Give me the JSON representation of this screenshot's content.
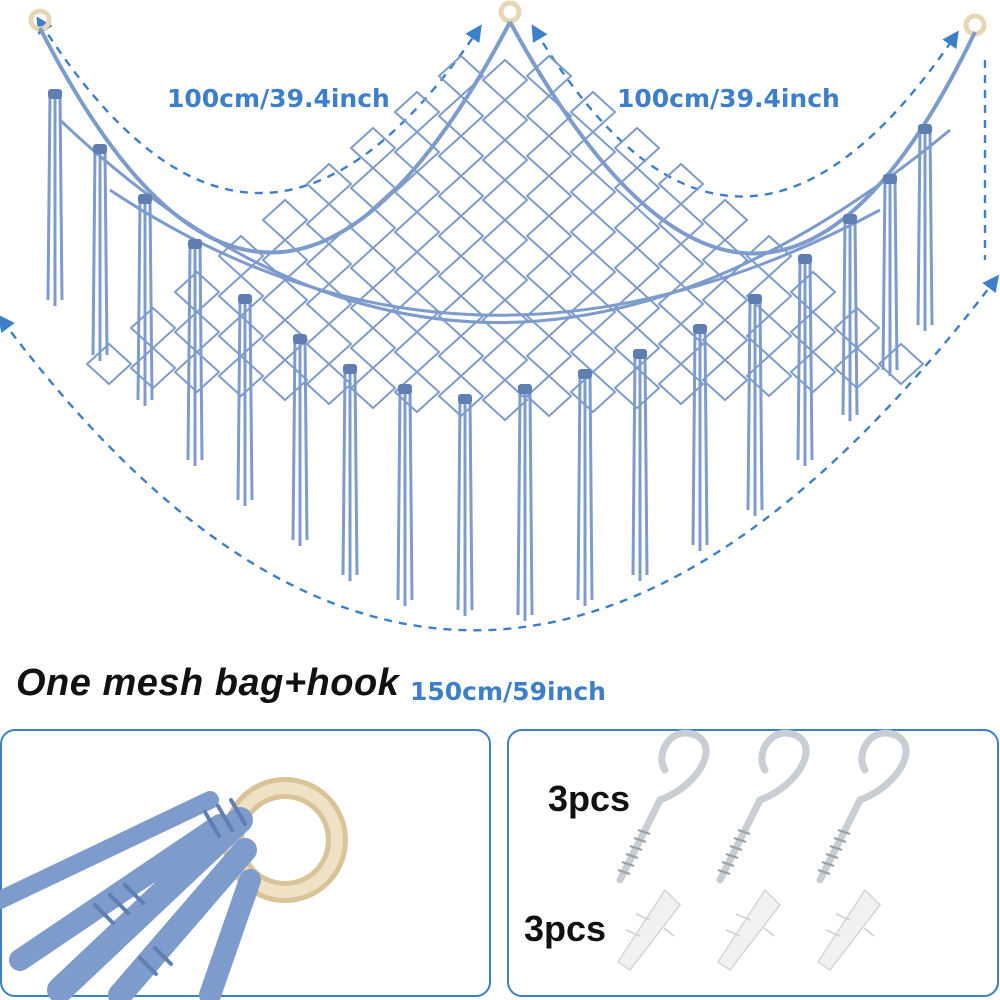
{
  "colors": {
    "accent": "#3d7fc9",
    "rope": "#7d9ccc",
    "rope_dark": "#5f7fb3",
    "ring": "#e8d7b4",
    "metal": "#c9cdd4",
    "anchor": "#f1f1f1",
    "text": "#111111"
  },
  "labels": {
    "left_span": "100cm/39.4inch",
    "right_span": "100cm/39.4inch",
    "bottom_span": "150cm/59inch",
    "caption": "One mesh bag+hook",
    "hooks_qty": "3pcs",
    "anchors_qty": "3pcs"
  },
  "icons": {
    "net": "macrame-net-image",
    "ring": "wooden-ring-image",
    "hook": "screw-hook-icon",
    "anchor": "wall-anchor-icon"
  }
}
